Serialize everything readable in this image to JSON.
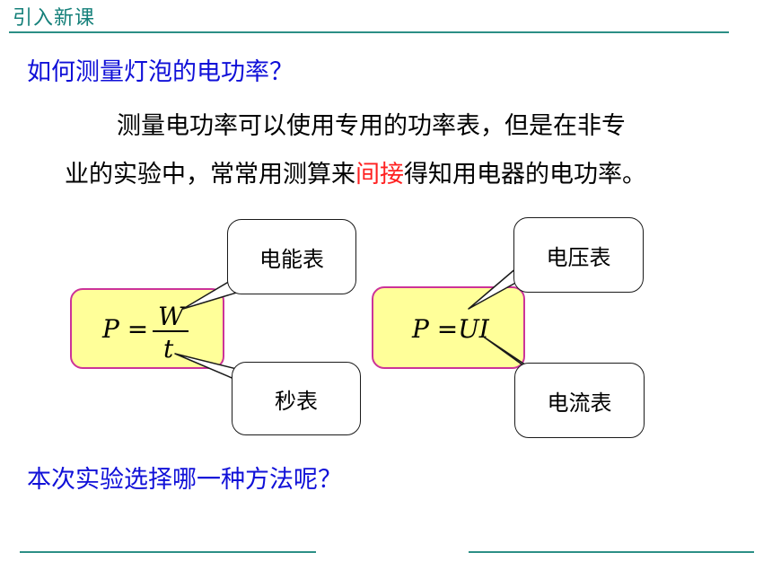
{
  "header": {
    "title": "引入新课"
  },
  "question": "如何测量灯泡的电功率？",
  "paragraph": {
    "line1": "测量电功率可以使用专用的功率表，但是在非专",
    "line2_prefix": "业的实验中，常常用测算来",
    "line2_highlight": "间接",
    "line2_suffix": "得知用电器的电功率。"
  },
  "formula_left": {
    "lhs": "P =",
    "numerator": "W",
    "denominator": "t"
  },
  "formula_right": {
    "text": "P =UI"
  },
  "callouts": {
    "energy_meter": "电能表",
    "stopwatch": "秒表",
    "voltmeter": "电压表",
    "ammeter": "电流表"
  },
  "question2": "本次实验选择哪一种方法呢？",
  "colors": {
    "accent_teal": "#2c8f86",
    "question_blue": "#1010d8",
    "highlight_red": "#ff2020",
    "formula_fill": "#ffff99",
    "formula_border": "#cc3399"
  }
}
